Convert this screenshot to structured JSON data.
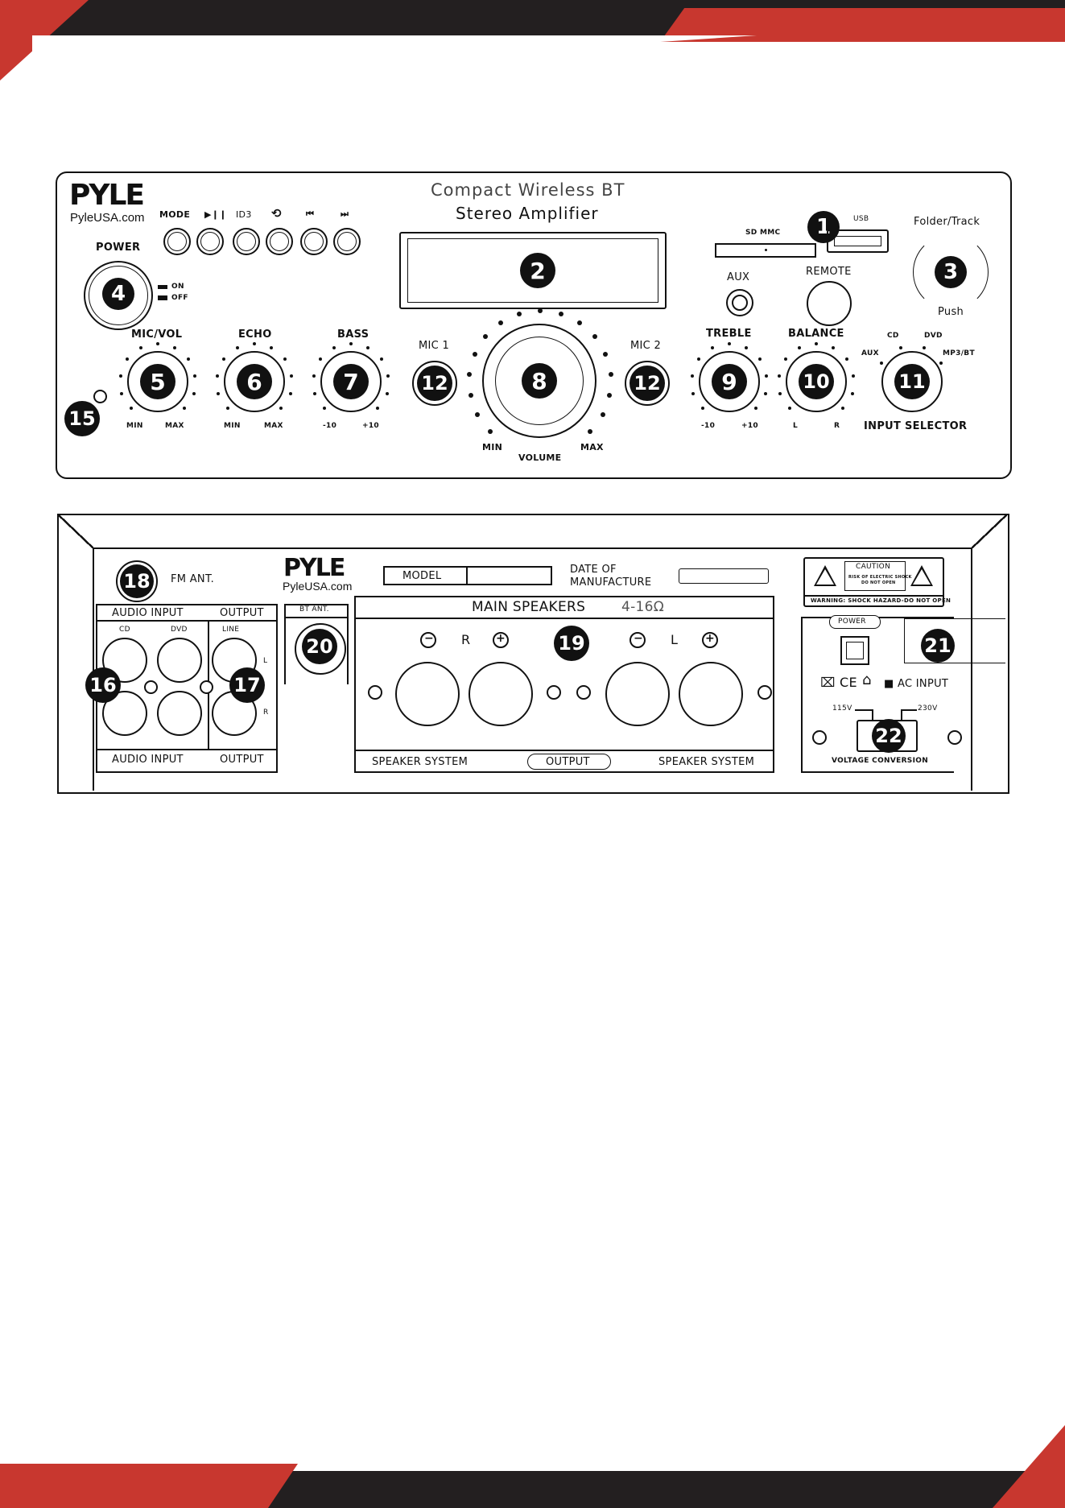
{
  "front": {
    "brand": "PYLE",
    "url": "PyleUSA.com",
    "title_line1": "Compact Wireless BT",
    "title_line2": "Stereo Amplifier",
    "labels": {
      "mode": "MODE",
      "play_pause": "▶❙❙",
      "id3": "ID3",
      "repeat": "⟲",
      "prev": "⏮",
      "next": "⏭",
      "power": "POWER",
      "on": "ON",
      "off": "OFF",
      "sd_mmc": "SD MMC",
      "usb": "USB",
      "folder_track": "Folder/Track",
      "push": "Push",
      "aux": "AUX",
      "remote": "REMOTE",
      "mic_vol": "MIC/VOL",
      "echo": "ECHO",
      "bass": "BASS",
      "mic1": "MIC 1",
      "mic2": "MIC 2",
      "treble": "TREBLE",
      "balance": "BALANCE",
      "min": "MIN",
      "max": "MAX",
      "minus10": "-10",
      "plus10": "+10",
      "left": "L",
      "right": "R",
      "volume": "VOLUME",
      "cd": "CD",
      "dvd": "DVD",
      "aux_sel": "AUX",
      "mp3bt": "MP3/BT",
      "input_selector": "INPUT SELECTOR"
    },
    "callouts": [
      "1",
      "2",
      "3",
      "4",
      "5",
      "6",
      "7",
      "8",
      "9",
      "10",
      "11",
      "12",
      "12",
      "15"
    ]
  },
  "rear": {
    "brand": "PYLE",
    "url": "PyleUSA.com",
    "labels": {
      "fm_ant": "FM ANT.",
      "audio_input": "AUDIO INPUT",
      "output": "OUTPUT",
      "cd": "CD",
      "dvd": "DVD",
      "line": "LINE",
      "left": "L",
      "right": "R",
      "bt_ant": "BT ANT.",
      "model": "MODEL",
      "date_line1": "DATE OF",
      "date_line2": "MANUFACTURE",
      "caution": "CAUTION",
      "caution_sub1": "RISK OF ELECTRIC SHOCK",
      "caution_sub2": "DO NOT OPEN",
      "warning": "WARNING: SHOCK HAZARD-DO NOT OPEN",
      "main_speakers": "MAIN SPEAKERS",
      "ohms": "4-16Ω",
      "minus": "−",
      "plus": "+",
      "spk_r": "R",
      "spk_l": "L",
      "speaker_system": "SPEAKER SYSTEM",
      "spk_output": "OUTPUT",
      "power": "POWER",
      "ce": "CE",
      "ac_input": "■ AC INPUT",
      "v115": "115V",
      "v230": "230V",
      "voltage_conversion": "VOLTAGE CONVERSION"
    },
    "callouts": [
      "16",
      "17",
      "18",
      "19",
      "20",
      "21",
      "22"
    ]
  },
  "colors": {
    "accent_red": "#c8372f",
    "dark": "#231f20"
  }
}
